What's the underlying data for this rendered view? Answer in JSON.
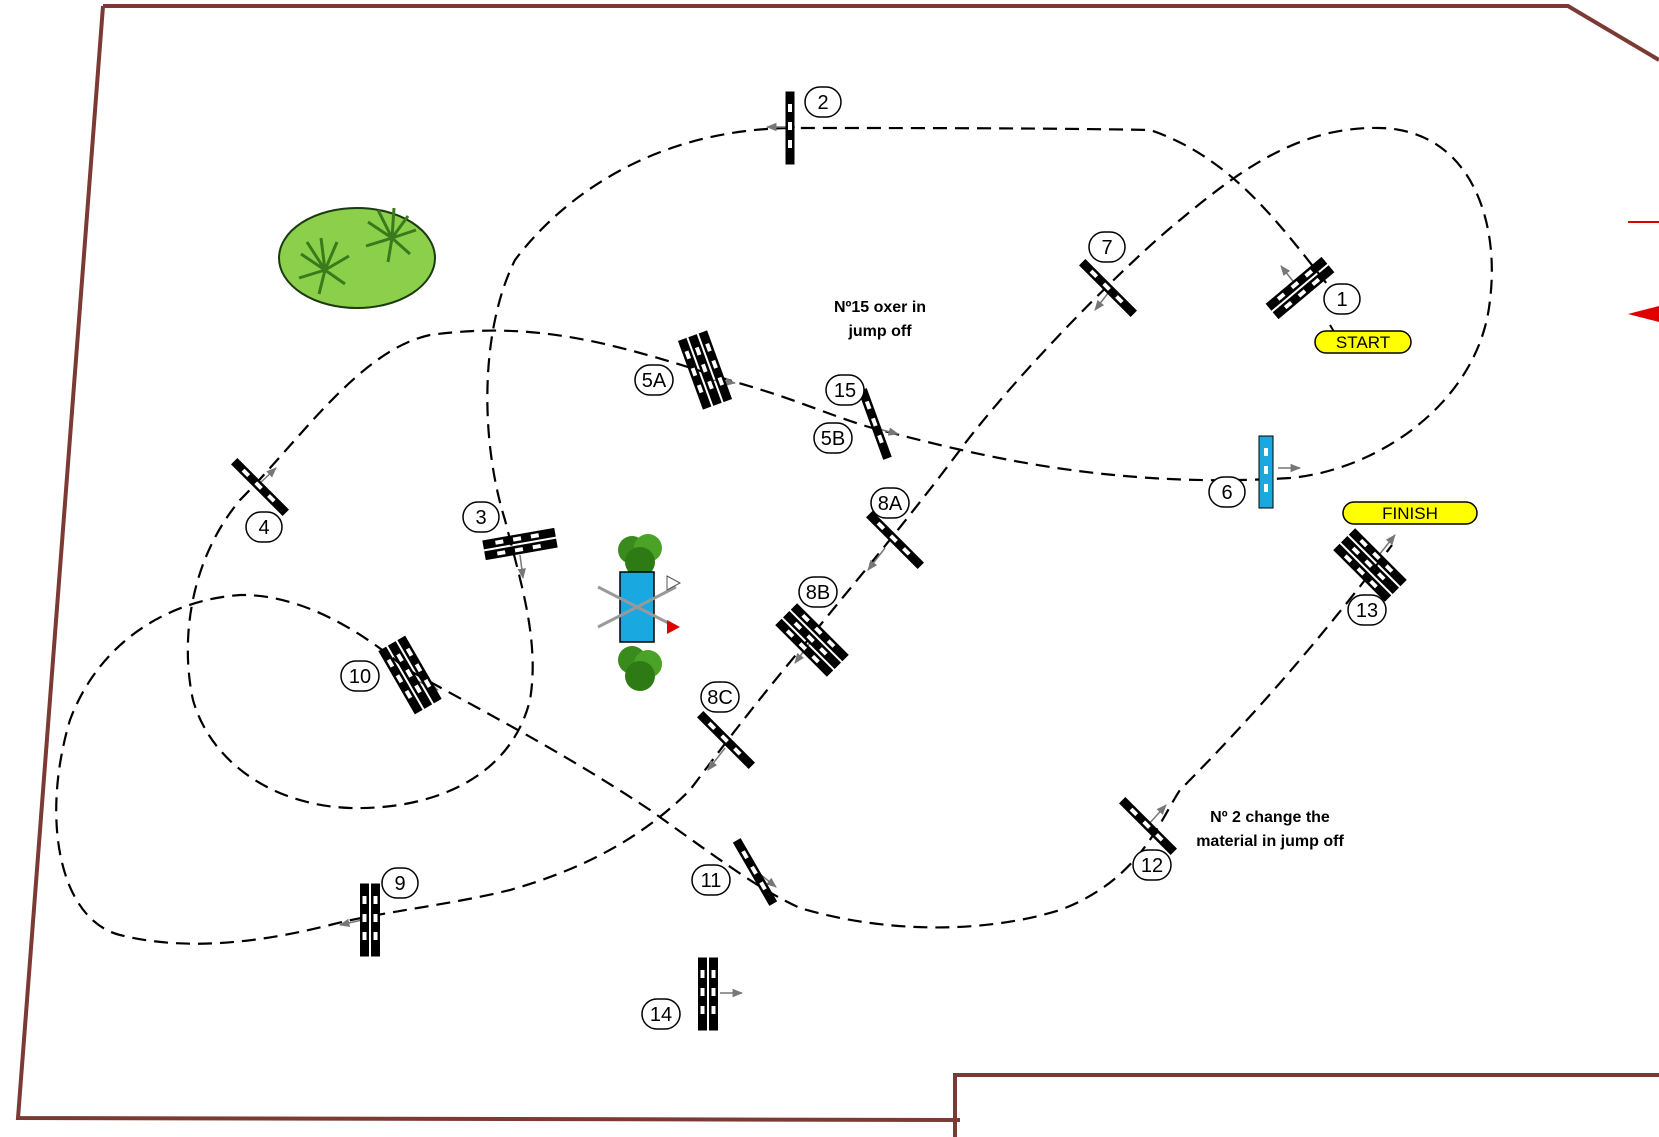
{
  "colors": {
    "border": "#7b3a33",
    "start_finish": "#ffff00",
    "water": "#19a9e0",
    "bush": "#8ccf4a",
    "flag_red": "#e00000"
  },
  "obstacles": [
    {
      "id": "1",
      "label": "1"
    },
    {
      "id": "2",
      "label": "2"
    },
    {
      "id": "3",
      "label": "3"
    },
    {
      "id": "4",
      "label": "4"
    },
    {
      "id": "5A",
      "label": "5A"
    },
    {
      "id": "5B",
      "label": "5B"
    },
    {
      "id": "6",
      "label": "6"
    },
    {
      "id": "7",
      "label": "7"
    },
    {
      "id": "8A",
      "label": "8A"
    },
    {
      "id": "8B",
      "label": "8B"
    },
    {
      "id": "8C",
      "label": "8C"
    },
    {
      "id": "9",
      "label": "9"
    },
    {
      "id": "10",
      "label": "10"
    },
    {
      "id": "11",
      "label": "11"
    },
    {
      "id": "12",
      "label": "12"
    },
    {
      "id": "13",
      "label": "13"
    },
    {
      "id": "14",
      "label": "14"
    },
    {
      "id": "15",
      "label": "15"
    }
  ],
  "start_label": "START",
  "finish_label": "FINISH",
  "notes": {
    "oxer_line1": "Nº15 oxer in",
    "oxer_line2": "jump off",
    "change_line1": "Nº 2 change the",
    "change_line2": "material in jump off"
  }
}
